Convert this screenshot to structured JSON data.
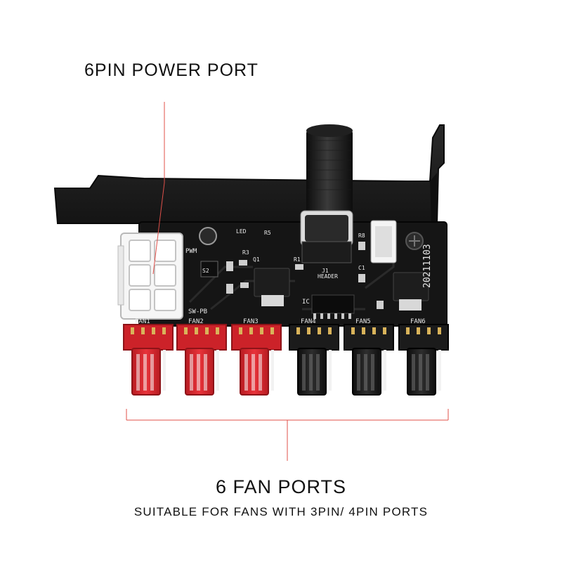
{
  "annotations": {
    "power_port_label": "6PIN POWER PORT",
    "fan_ports_title": "6 FAN PORTS",
    "fan_ports_subtitle": "SUITABLE FOR FANS WITH 3PIN/ 4PIN PORTS"
  },
  "board_silkscreen": {
    "date_code": "20211103",
    "fan_labels": [
      "FAN1",
      "FAN2",
      "FAN3",
      "FAN4",
      "FAN5",
      "FAN6"
    ],
    "switch_label": "SW-PB",
    "pwm_label": "PWM",
    "header_label": "HEADER",
    "led_label": "LED",
    "ic_label": "IC",
    "refs": [
      "R3",
      "R1",
      "R8",
      "Q1",
      "J1",
      "R5",
      "C1",
      "S2"
    ]
  },
  "colors": {
    "leader_line": "#e0504a",
    "board": "#141414",
    "bracket": "#1c1c1c",
    "connector_red": "#d8262c",
    "connector_black": "#1a1a1a"
  }
}
